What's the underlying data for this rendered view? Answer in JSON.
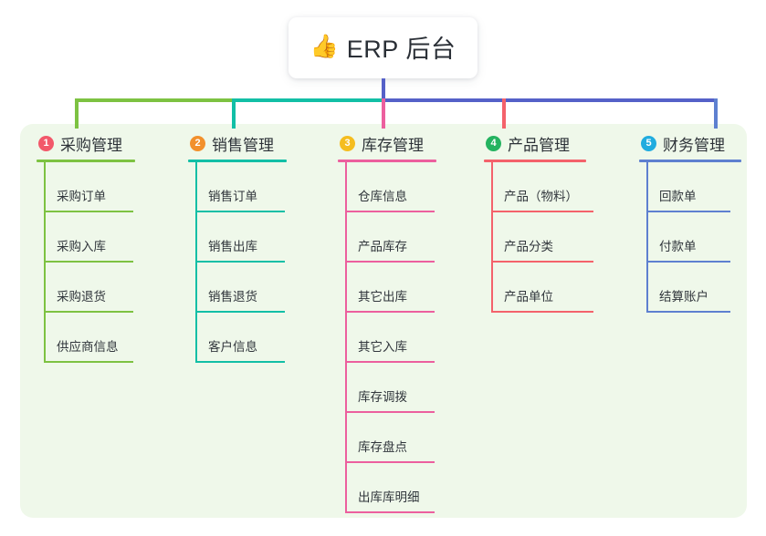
{
  "root": {
    "icon": "thumbs-up-icon",
    "icon_glyph": "👍",
    "title": "ERP 后台"
  },
  "colors": {
    "panel_bg": "#eff8ea",
    "canvas_bg": "#ffffff",
    "stem_root": "#5561c8",
    "trunk_a": "#7dc242",
    "trunk_b": "#12bfa6",
    "trunk_c": "#5561c8"
  },
  "columns": [
    {
      "index": "1",
      "badge_color": "#f2586a",
      "line_color": "#7dc242",
      "title": "采购管理",
      "items": [
        "采购订单",
        "采购入库",
        "采购退货",
        "供应商信息"
      ]
    },
    {
      "index": "2",
      "badge_color": "#f2902c",
      "line_color": "#12bfa6",
      "title": "销售管理",
      "items": [
        "销售订单",
        "销售出库",
        "销售退货",
        "客户信息"
      ]
    },
    {
      "index": "3",
      "badge_color": "#f5bd1f",
      "line_color": "#ec5f9e",
      "title": "库存管理",
      "items": [
        "仓库信息",
        "产品库存",
        "其它出库",
        "其它入库",
        "库存调拨",
        "库存盘点",
        "出库库明细"
      ]
    },
    {
      "index": "4",
      "badge_color": "#24b360",
      "line_color": "#f4626b",
      "title": "产品管理",
      "items": [
        "产品（物料）",
        "产品分类",
        "产品单位"
      ]
    },
    {
      "index": "5",
      "badge_color": "#20acdf",
      "line_color": "#5e80d0",
      "title": "财务管理",
      "items": [
        "回款单",
        "付款单",
        "结算账户"
      ]
    }
  ]
}
